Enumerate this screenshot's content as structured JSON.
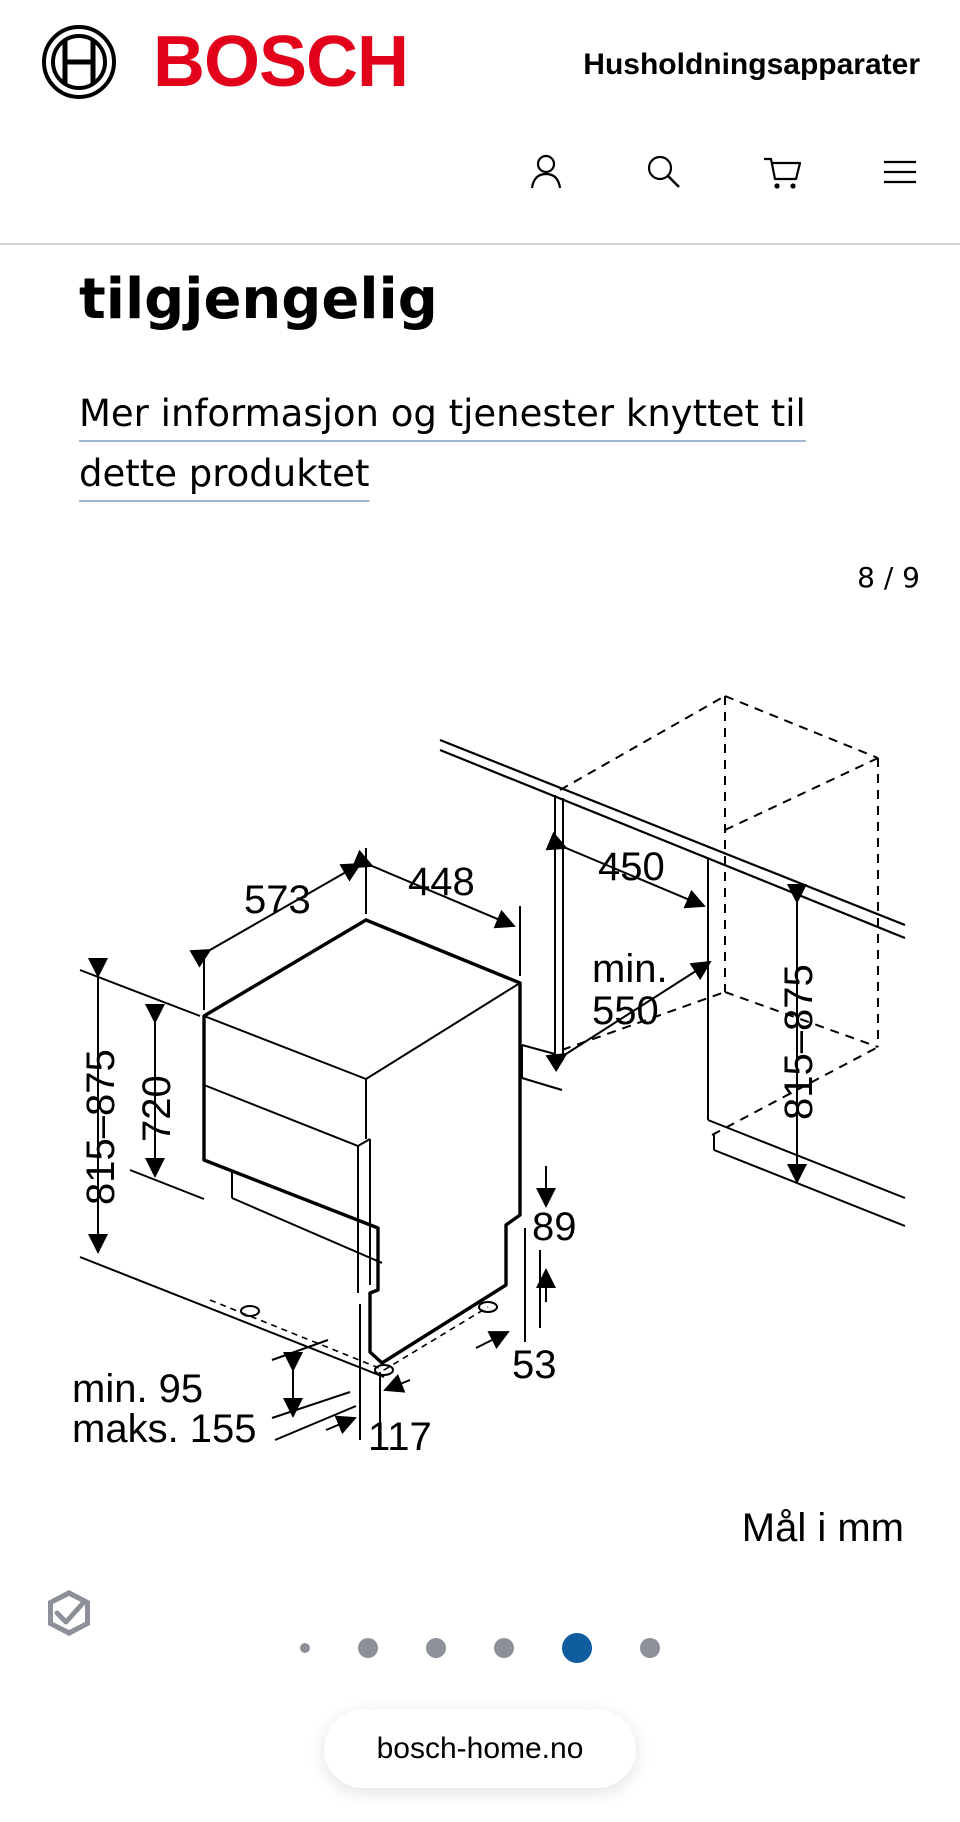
{
  "header": {
    "brand": "BOSCH",
    "category": "Husholdningsapparater",
    "icons": [
      "user-icon",
      "search-icon",
      "cart-icon",
      "menu-icon"
    ]
  },
  "content": {
    "heading_line": "tilgjengelig",
    "info_link": "Mer informasjon og tjenester knyttet til dette produktet"
  },
  "gallery": {
    "counter": "8 / 9",
    "current": 8,
    "total": 9,
    "units_note": "Mål i mm",
    "dimensions": {
      "depth": "573",
      "width": "448",
      "niche_width": "450",
      "niche_depth_1": "min.",
      "niche_depth_2": "550",
      "height_range_left": "815–875",
      "height": "720",
      "niche_height_range": "815–875",
      "plinth": "89",
      "foot": "53",
      "toe_kick_1": "min. 95",
      "toe_kick_2": "maks. 155",
      "front_offset": "117"
    },
    "dots": {
      "count": 6,
      "active_index": 4
    }
  },
  "footer": {
    "url": "bosch-home.no"
  },
  "colors": {
    "brand_red": "#e2001a",
    "active_dot": "#0f5c9e",
    "inactive_dot": "#8c9199",
    "link_underline": "#9fb5cf"
  }
}
